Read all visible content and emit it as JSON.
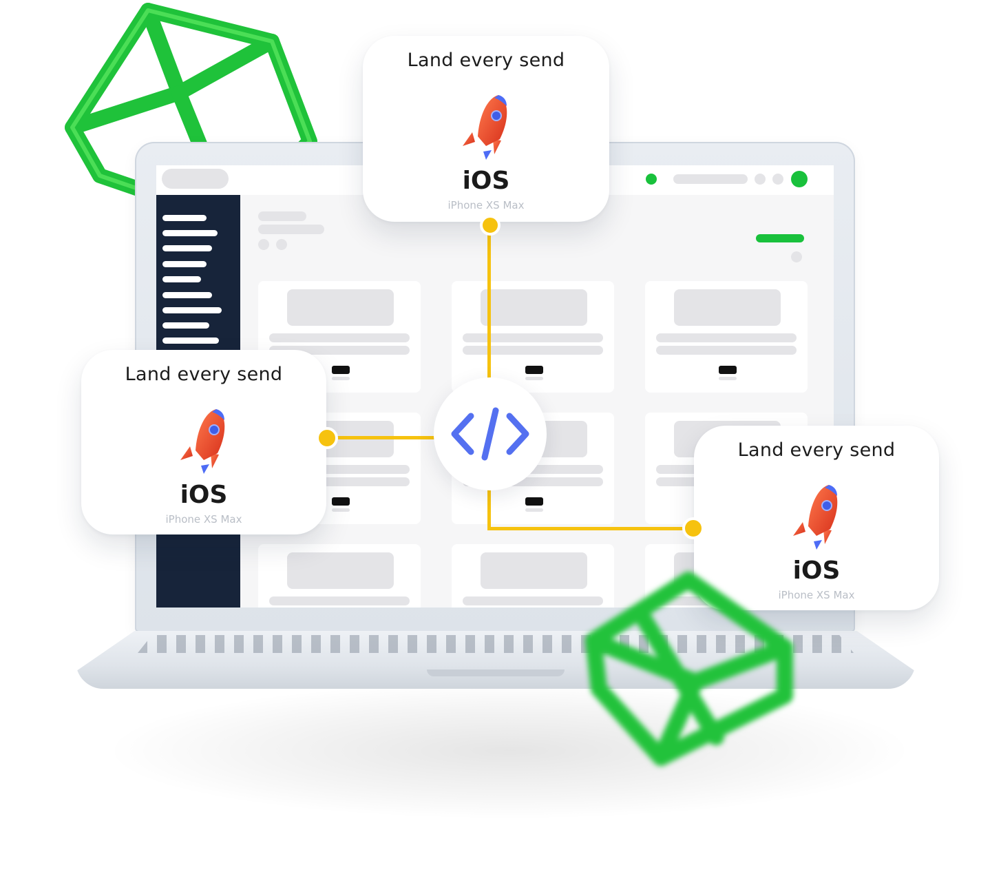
{
  "cards": [
    {
      "title": "Land every send",
      "platform": "iOS",
      "device": "iPhone XS Max"
    },
    {
      "title": "Land every send",
      "platform": "iOS",
      "device": "iPhone XS Max"
    },
    {
      "title": "Land every send",
      "platform": "iOS",
      "device": "iPhone XS Max"
    }
  ],
  "center_icon": "code-brackets-icon",
  "card_icon": "rocket-icon",
  "colors": {
    "accent_yellow": "#f6c20f",
    "brand_green": "#19c13c",
    "sidebar_navy": "#17243a",
    "code_blue": "#5470f0"
  }
}
